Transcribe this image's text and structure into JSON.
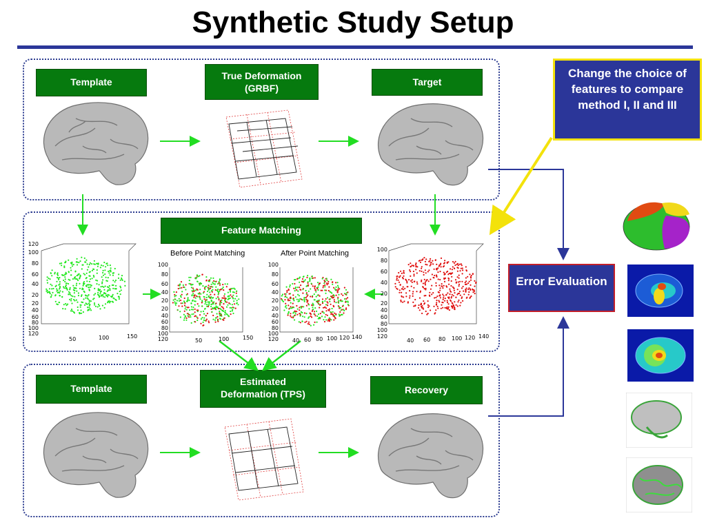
{
  "slide": {
    "title": "Synthetic Study Setup"
  },
  "top_row": {
    "template_label": "Template",
    "true_deformation_label": "True Deformation (GRBF)",
    "target_label": "Target"
  },
  "middle_row": {
    "feature_matching_label": "Feature Matching",
    "before_caption": "Before Point Matching",
    "after_caption": "After Point Matching",
    "left_plot_ticks_y": [
      "120",
      "100",
      "80",
      "60",
      "40",
      "20",
      "20",
      "40",
      "60",
      "80",
      "100",
      "120"
    ],
    "left_plot_ticks_x": [
      "50",
      "100",
      "150"
    ],
    "before_ticks_y": [
      "100",
      "80",
      "60",
      "40",
      "20",
      "20",
      "40",
      "60",
      "80",
      "100",
      "120"
    ],
    "before_ticks_x": [
      "50",
      "100",
      "150"
    ],
    "after_ticks_y": [
      "100",
      "80",
      "60",
      "40",
      "20",
      "20",
      "40",
      "60",
      "80",
      "100",
      "120"
    ],
    "after_ticks_x": [
      "40",
      "60",
      "80",
      "100",
      "120",
      "140"
    ],
    "right_plot_ticks_y": [
      "100",
      "80",
      "60",
      "40",
      "20",
      "20",
      "40",
      "60",
      "80",
      "100",
      "120"
    ],
    "right_plot_ticks_x": [
      "40",
      "60",
      "80",
      "100",
      "120",
      "140"
    ]
  },
  "bottom_row": {
    "template_label": "Template",
    "estimated_deformation_label": "Estimated Deformation (TPS)",
    "recovery_label": "Recovery"
  },
  "callout": {
    "text": "Change the choice of features to compare method I, II and III"
  },
  "error_box": {
    "text": "Error Evaluation"
  },
  "colors": {
    "accent_blue": "#2b3699",
    "green_box": "#067a0e",
    "arrow_green": "#22dd22",
    "callout_border": "#f3e20b",
    "error_border": "#c21f2a",
    "points_green": "#22e81f",
    "points_red": "#e0100f"
  }
}
